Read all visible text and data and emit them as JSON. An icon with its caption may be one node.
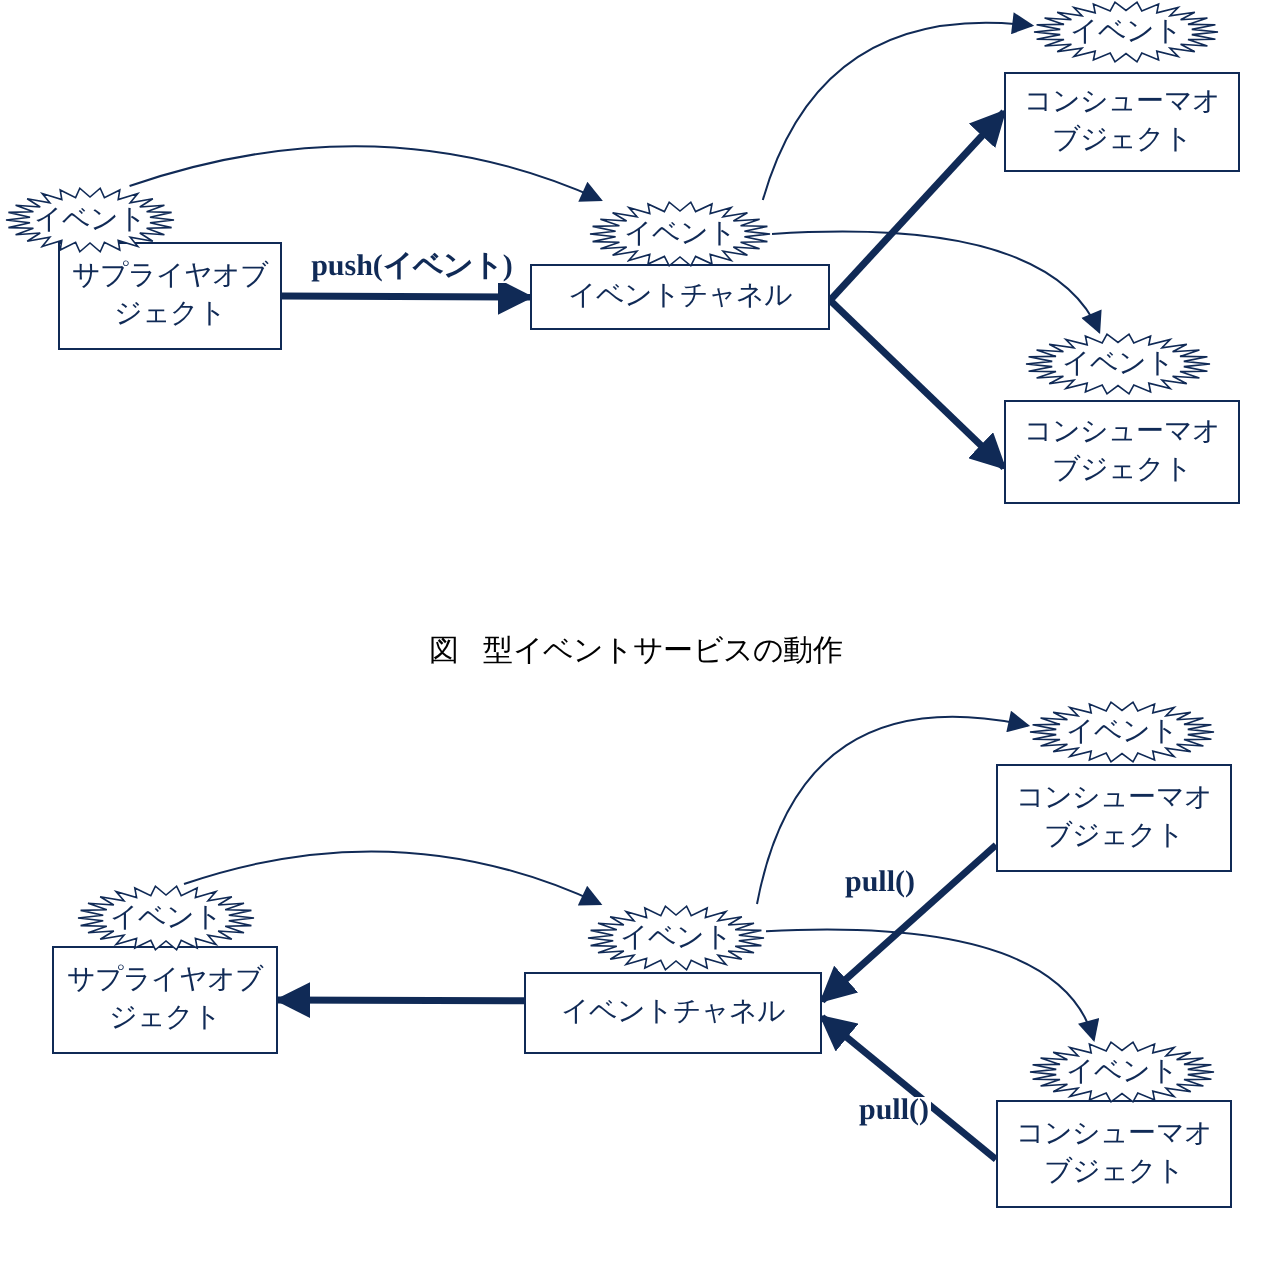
{
  "diagram": {
    "nodes": [
      {
        "text": [
          "イベント"
        ]
      },
      {
        "text": [
          "サプライヤオブジェクト"
        ]
      },
      {
        "text": [
          "イベント"
        ]
      },
      {
        "text": [
          "イベントチャネル"
        ]
      },
      {
        "text": [
          "イベント"
        ]
      },
      {
        "text": [
          "コンシューマオブジェクト"
        ]
      },
      {
        "text": [
          "イベント"
        ]
      },
      {
        "text": [
          "コンシューマオブジェクト"
        ]
      },
      {
        "text": [
          "イベント"
        ]
      },
      {
        "text": [
          "サプライヤオブジェクト"
        ]
      },
      {
        "text": [
          "イベント"
        ]
      },
      {
        "text": [
          "イベントチャネル"
        ]
      },
      {
        "text": [
          "イベント"
        ]
      },
      {
        "text": [
          "コンシューマオブジェクト"
        ]
      },
      {
        "text": [
          "イベント"
        ]
      },
      {
        "text": [
          "コンシューマオブジェクト"
        ]
      }
    ],
    "edges": [
      {
        "from": 0,
        "to": 2,
        "arrow": "to"
      },
      {
        "from": 1,
        "to": 3,
        "arrow": "to",
        "label": "push(イベント)",
        "style": "thick"
      },
      {
        "from": 3,
        "to": 5,
        "arrow": "to",
        "style": "thick"
      },
      {
        "from": 3,
        "to": 7,
        "arrow": "to",
        "style": "thick"
      },
      {
        "from": 2,
        "to": 4,
        "arrow": "to"
      },
      {
        "from": 2,
        "to": 6,
        "arrow": "to"
      },
      {
        "from": 8,
        "to": 10,
        "arrow": "to"
      },
      {
        "from": 11,
        "to": 9,
        "arrow": "to",
        "style": "thick"
      },
      {
        "from": 13,
        "to": 11,
        "arrow": "to",
        "label": "pull()",
        "style": "thick"
      },
      {
        "from": 15,
        "to": 11,
        "arrow": "to",
        "label": "pull()",
        "style": "thick"
      },
      {
        "from": 10,
        "to": 12,
        "arrow": "to"
      },
      {
        "from": 10,
        "to": 14,
        "arrow": "to"
      }
    ],
    "labels": [
      "図",
      "型イベントサービスの動作"
    ]
  }
}
